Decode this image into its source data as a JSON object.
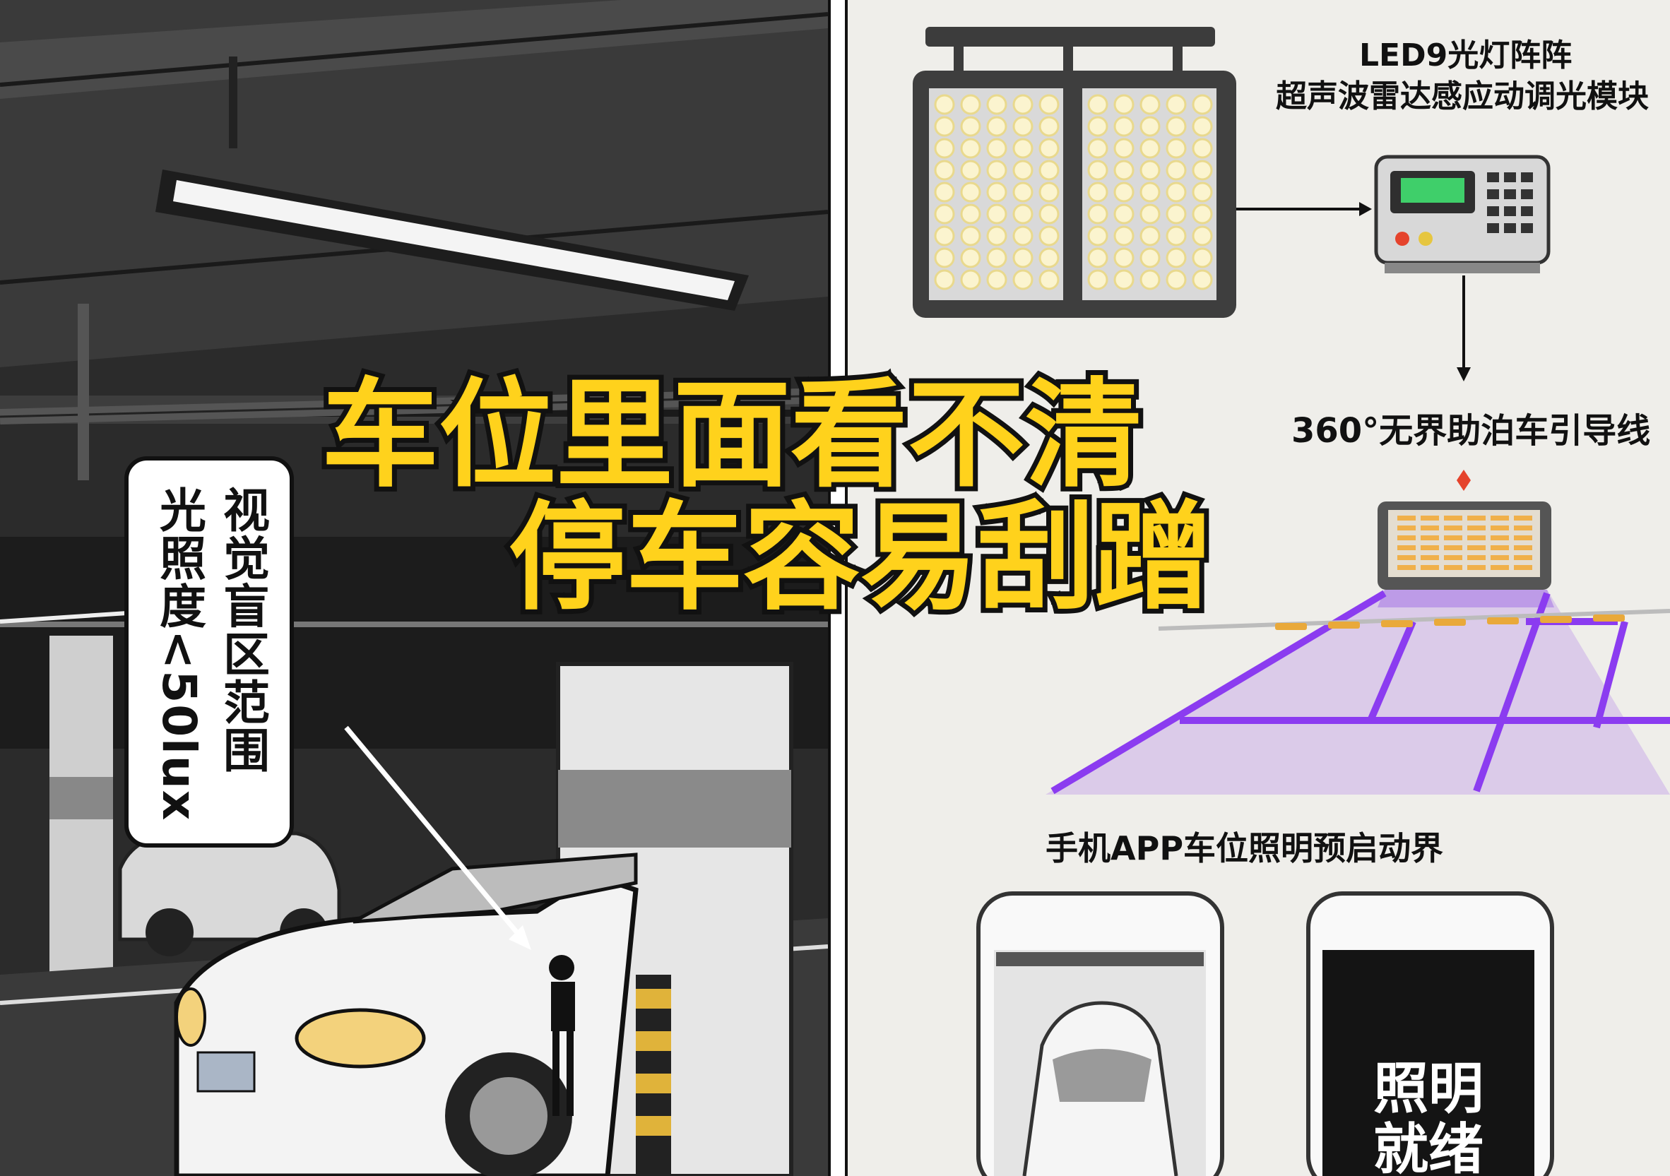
{
  "callout": {
    "line1": "视觉盲区范围",
    "line2": "光照度<50lux"
  },
  "headline": {
    "line1": "车位里面看不清",
    "line2": "停车容易刮蹭"
  },
  "diagram": {
    "led_label_1": "LED9光灯阵阵",
    "led_label_2": "超声波雷达感应动调光模块",
    "guide_label": "360°无界助泊车引导线",
    "app_label": "手机APP车位照明预启动界",
    "phone_status": "照明\n就绪"
  },
  "colors": {
    "headline_fill": "#ffd21c",
    "guide_purple": "#8b3cf0",
    "panel_dark": "#2b2b2b"
  }
}
